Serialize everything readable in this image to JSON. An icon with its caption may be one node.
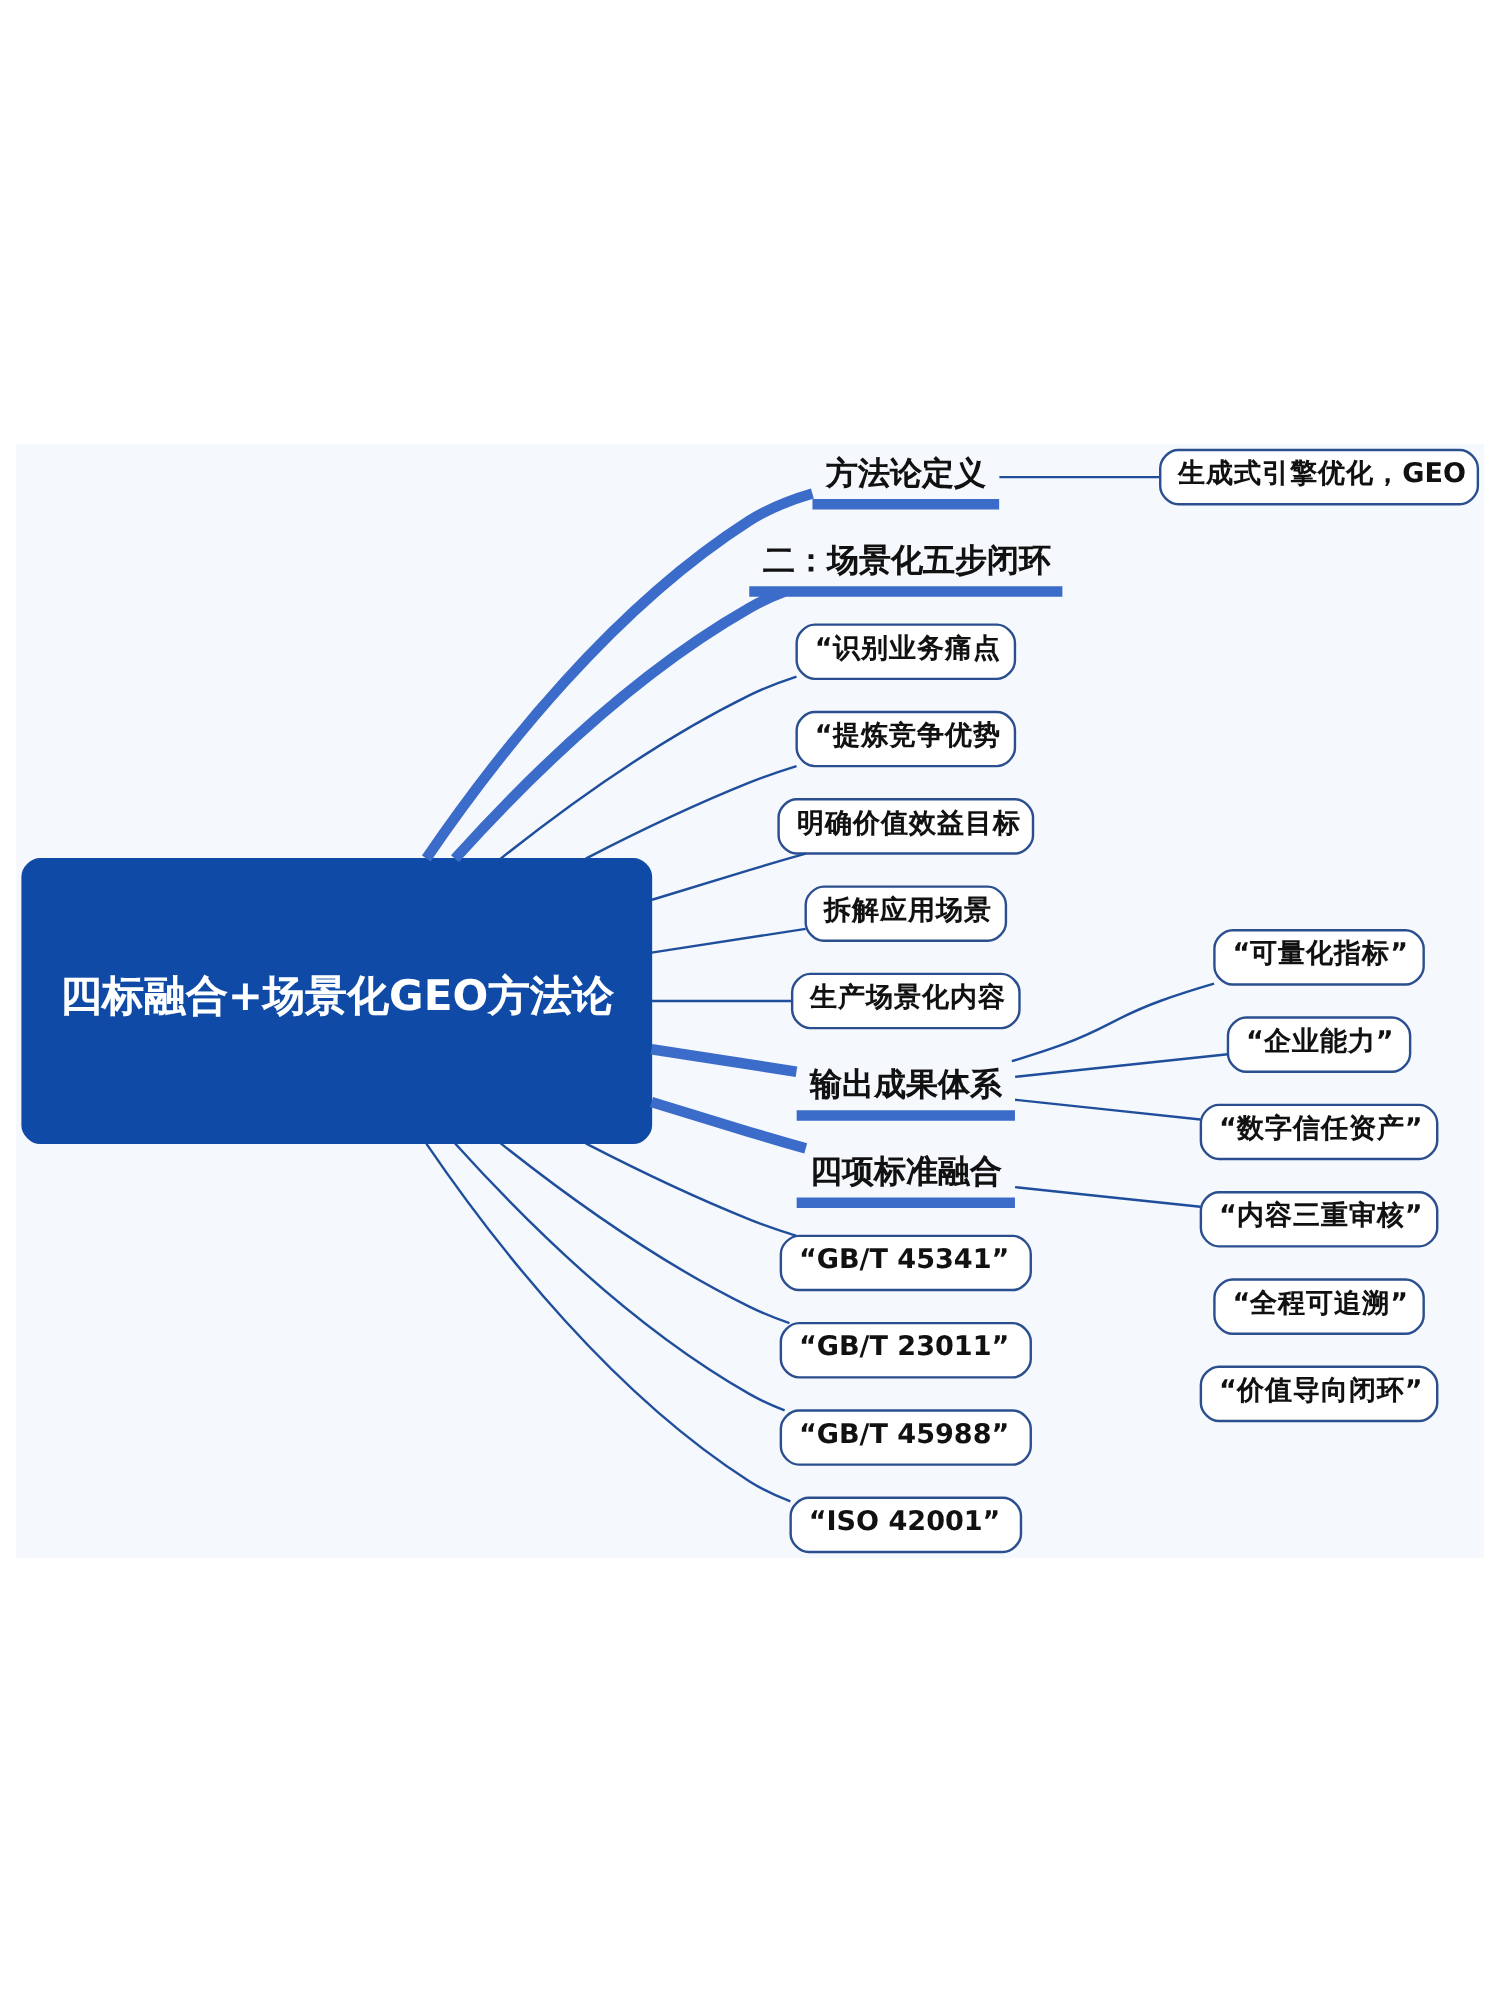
{
  "diagram": {
    "nodes": [
      {
        "text": [
          "四标融合+场景化GEO方法论"
        ]
      },
      {
        "text": [
          "方法论定义"
        ]
      },
      {
        "text": [
          "生成式引擎优化，GEO"
        ]
      },
      {
        "text": [
          "二：场景化五步闭环"
        ]
      },
      {
        "text": [
          "“识别业务痛点"
        ]
      },
      {
        "text": [
          "“提炼竞争优势"
        ]
      },
      {
        "text": [
          "明确价值效益目标"
        ]
      },
      {
        "text": [
          "拆解应用场景"
        ]
      },
      {
        "text": [
          "生产场景化内容"
        ]
      },
      {
        "text": [
          "输出成果体系"
        ]
      },
      {
        "text": [
          "“可量化指标”"
        ]
      },
      {
        "text": [
          "“企业能力”"
        ]
      },
      {
        "text": [
          "“数字信任资产”"
        ]
      },
      {
        "text": [
          "四项标准融合"
        ]
      },
      {
        "text": [
          "“内容三重审核”"
        ]
      },
      {
        "text": [
          "“全程可追溯”"
        ]
      },
      {
        "text": [
          "“价值导向闭环”"
        ]
      },
      {
        "text": [
          "“GB/T 45341”"
        ]
      },
      {
        "text": [
          "“GB/T 23011”"
        ]
      },
      {
        "text": [
          "“GB/T 45988”"
        ]
      },
      {
        "text": [
          "“ISO 42001”"
        ]
      }
    ],
    "edges": [
      {
        "from": 0,
        "to": 1,
        "arrow": "none",
        "style": "thick",
        "color": "#3b6cc9"
      },
      {
        "from": 1,
        "to": 2,
        "arrow": "none"
      },
      {
        "from": 0,
        "to": 3,
        "arrow": "none",
        "style": "thick",
        "color": "#3b6cc9"
      },
      {
        "from": 0,
        "to": 4,
        "arrow": "none"
      },
      {
        "from": 0,
        "to": 5,
        "arrow": "none"
      },
      {
        "from": 0,
        "to": 6,
        "arrow": "none"
      },
      {
        "from": 0,
        "to": 7,
        "arrow": "none"
      },
      {
        "from": 0,
        "to": 8,
        "arrow": "none"
      },
      {
        "from": 0,
        "to": 9,
        "arrow": "none",
        "style": "thick",
        "color": "#3b6cc9"
      },
      {
        "from": 9,
        "to": 10,
        "arrow": "none"
      },
      {
        "from": 9,
        "to": 11,
        "arrow": "none"
      },
      {
        "from": 9,
        "to": 12,
        "arrow": "none"
      },
      {
        "from": 0,
        "to": 13,
        "arrow": "none",
        "style": "thick",
        "color": "#3b6cc9"
      },
      {
        "from": 13,
        "to": 14,
        "arrow": "none"
      },
      {
        "from": 0,
        "to": 17,
        "arrow": "none"
      },
      {
        "from": 0,
        "to": 18,
        "arrow": "none"
      },
      {
        "from": 0,
        "to": 19,
        "arrow": "none"
      },
      {
        "from": 0,
        "to": 20,
        "arrow": "none"
      }
    ]
  }
}
